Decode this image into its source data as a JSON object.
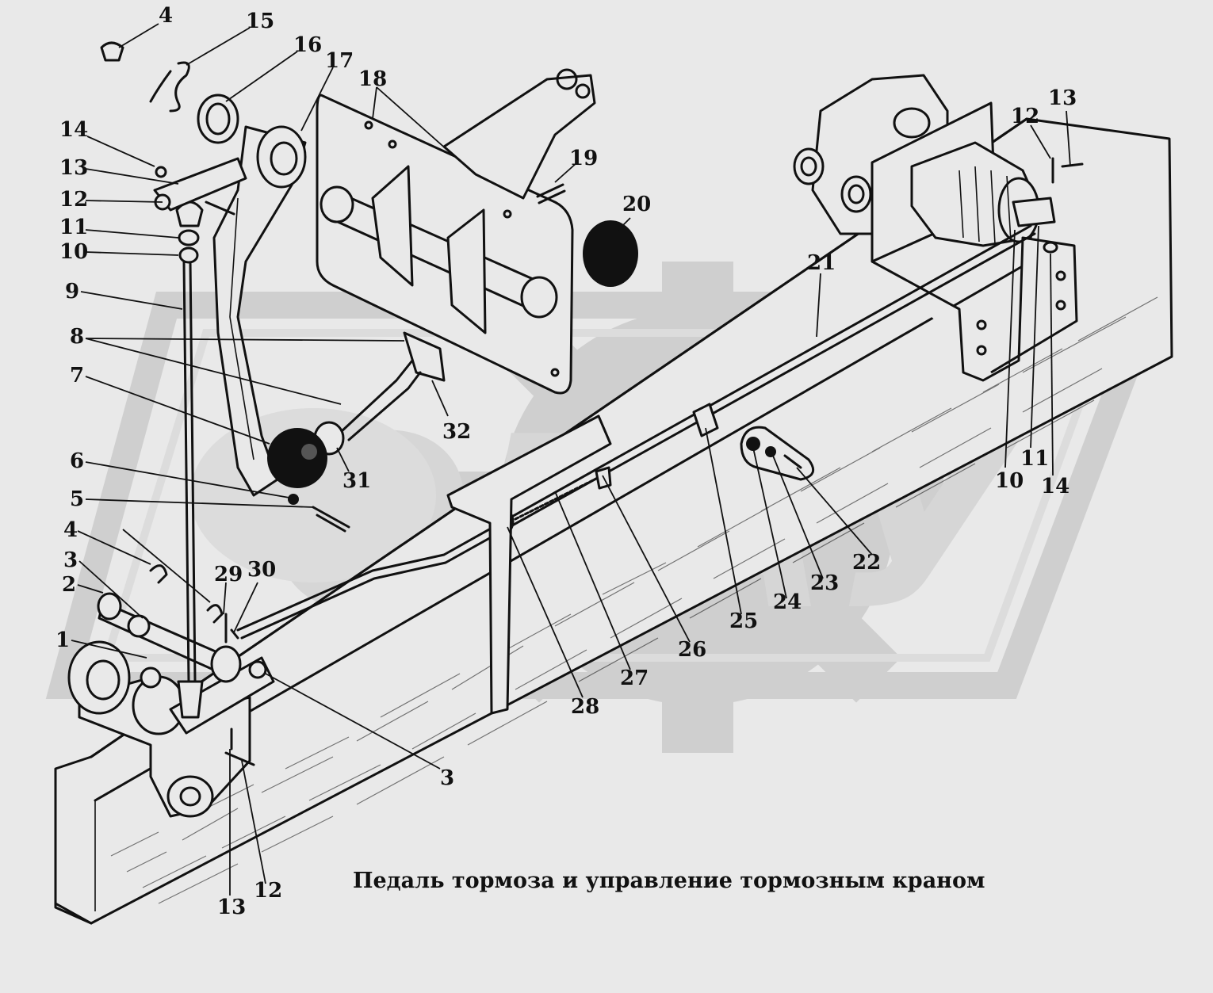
{
  "caption": "Педаль тормоза и управление тормозным краном",
  "watermark": {
    "text": "ОРАУ",
    "color": "#cfcfcf"
  },
  "callouts": [
    {
      "id": "c4a",
      "label": "4"
    },
    {
      "id": "c15",
      "label": "15"
    },
    {
      "id": "c16",
      "label": "16"
    },
    {
      "id": "c17",
      "label": "17"
    },
    {
      "id": "c18",
      "label": "18"
    },
    {
      "id": "c14a",
      "label": "14"
    },
    {
      "id": "c13a",
      "label": "13"
    },
    {
      "id": "c12a",
      "label": "12"
    },
    {
      "id": "c11a",
      "label": "11"
    },
    {
      "id": "c10a",
      "label": "10"
    },
    {
      "id": "c9",
      "label": "9"
    },
    {
      "id": "c8",
      "label": "8"
    },
    {
      "id": "c7",
      "label": "7"
    },
    {
      "id": "c6",
      "label": "6"
    },
    {
      "id": "c5",
      "label": "5"
    },
    {
      "id": "c4b",
      "label": "4"
    },
    {
      "id": "c3a",
      "label": "3"
    },
    {
      "id": "c2",
      "label": "2"
    },
    {
      "id": "c1",
      "label": "1"
    },
    {
      "id": "c29",
      "label": "29"
    },
    {
      "id": "c30",
      "label": "30"
    },
    {
      "id": "c19",
      "label": "19"
    },
    {
      "id": "c20",
      "label": "20"
    },
    {
      "id": "c32",
      "label": "32"
    },
    {
      "id": "c31",
      "label": "31"
    },
    {
      "id": "c21",
      "label": "21"
    },
    {
      "id": "c12b",
      "label": "12"
    },
    {
      "id": "c13b",
      "label": "13"
    },
    {
      "id": "c10b",
      "label": "10"
    },
    {
      "id": "c11b",
      "label": "11"
    },
    {
      "id": "c14b",
      "label": "14"
    },
    {
      "id": "c22",
      "label": "22"
    },
    {
      "id": "c23",
      "label": "23"
    },
    {
      "id": "c24",
      "label": "24"
    },
    {
      "id": "c25",
      "label": "25"
    },
    {
      "id": "c26",
      "label": "26"
    },
    {
      "id": "c27",
      "label": "27"
    },
    {
      "id": "c28",
      "label": "28"
    },
    {
      "id": "c3b",
      "label": "3"
    },
    {
      "id": "c13c",
      "label": "13"
    },
    {
      "id": "c12c",
      "label": "12"
    }
  ]
}
